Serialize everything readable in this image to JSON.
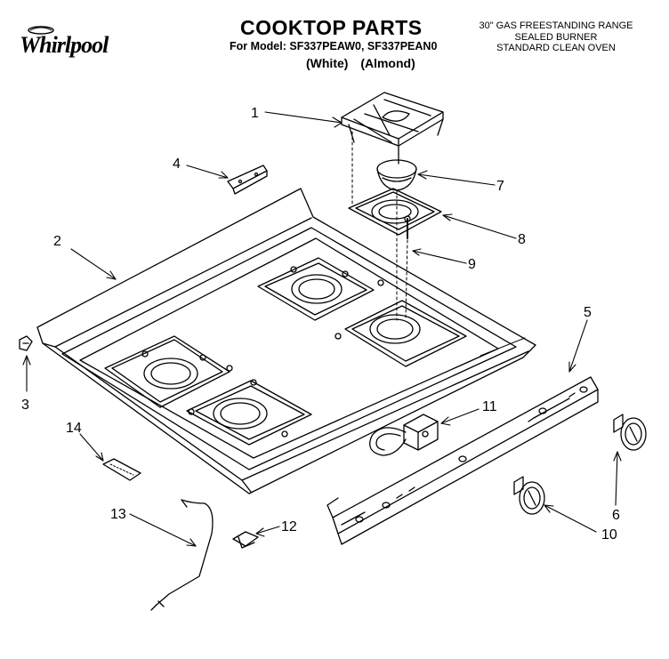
{
  "brand": {
    "name": "Whirlpool"
  },
  "header": {
    "title": "COOKTOP PARTS",
    "model_line": "For Model: SF337PEAW0, SF337PEAN0",
    "variants": "(White)   (Almond)",
    "description": [
      "30\" GAS FREESTANDING RANGE",
      "SEALED BURNER",
      "STANDARD CLEAN OVEN"
    ]
  },
  "callouts": [
    "1",
    "2",
    "3",
    "4",
    "5",
    "6",
    "7",
    "8",
    "9",
    "10",
    "11",
    "12",
    "13",
    "14"
  ],
  "icons": {
    "logo": "whirlpool-logo-icon"
  }
}
